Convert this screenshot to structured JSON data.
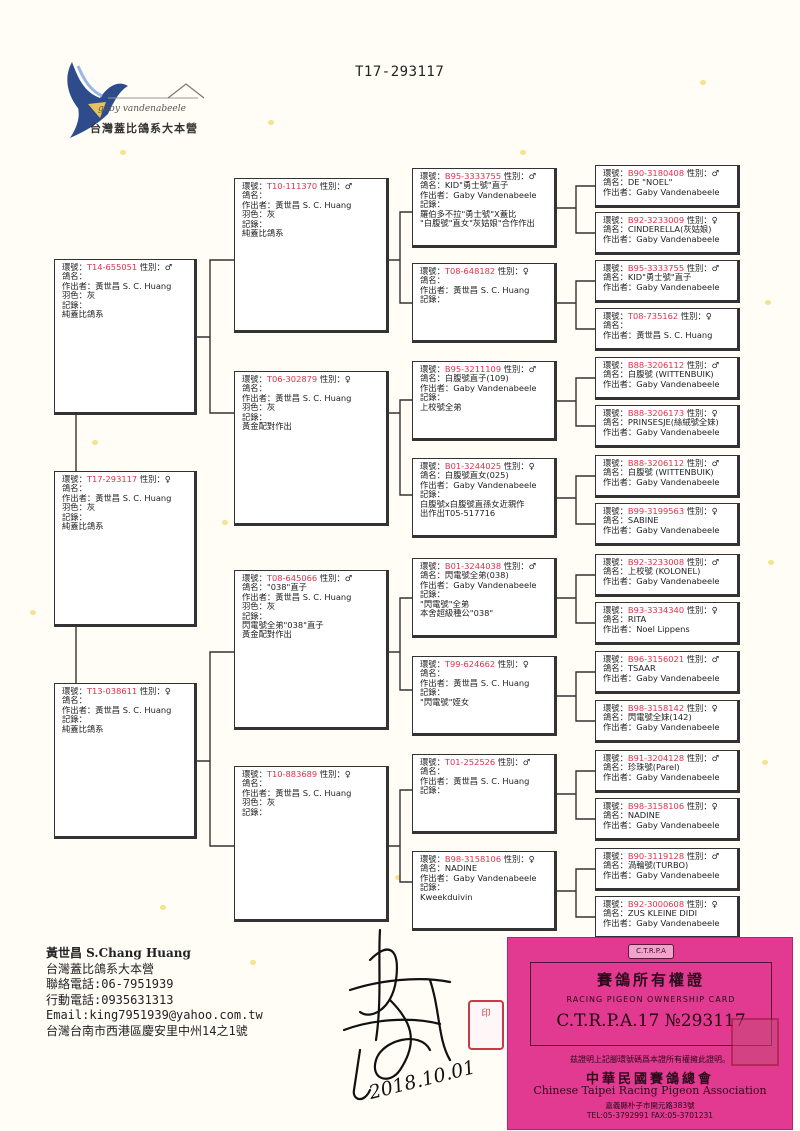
{
  "logo": {
    "script": "gaby vandenabeele",
    "name": "台灣蓋比鴿系大本營"
  },
  "doc_id": "T17-293117",
  "pedigree": {
    "subject": {
      "ring": "T17-293117",
      "sex": "♀",
      "name": "",
      "breeder": "黃世昌 S. C. Huang",
      "color": "灰",
      "remarks": "",
      "extra": [
        "純蓋比鴿系"
      ]
    },
    "sire": {
      "ring": "T14-655051",
      "sex": "♂",
      "name": "",
      "breeder": "黃世昌 S. C. Huang",
      "color": "灰",
      "remarks": "",
      "extra": [
        "純蓋比鴿系"
      ]
    },
    "dam": {
      "ring": "T13-038611",
      "sex": "♀",
      "name": "",
      "breeder": "黃世昌 S. C. Huang",
      "remarks": "",
      "extra": [
        "純蓋比鴿系"
      ]
    },
    "ss": {
      "ring": "T10-111370",
      "sex": "♂",
      "name": "",
      "breeder": "黃世昌 S. C. Huang",
      "color": "灰",
      "remarks": "",
      "extra": [
        "純蓋比鴿系"
      ]
    },
    "sd": {
      "ring": "T06-302879",
      "sex": "♀",
      "name": "",
      "breeder": "黃世昌 S. C. Huang",
      "color": "灰",
      "remarks": "",
      "extra": [
        "黃金配對作出"
      ]
    },
    "ds": {
      "ring": "T08-645066",
      "sex": "♂",
      "name": "\"038\"直子",
      "breeder": "黃世昌 S. C. Huang",
      "color": "灰",
      "remarks": "",
      "extra": [
        "閃電號全弟\"038\"直子",
        "黃金配對作出"
      ]
    },
    "dd": {
      "ring": "T10-883689",
      "sex": "♀",
      "name": "",
      "breeder": "黃世昌 S. C. Huang",
      "color": "灰",
      "remarks": ""
    },
    "g": [
      {
        "ring": "B95-3333755",
        "sex": "♂",
        "name": "KID\"勇士號\"直子",
        "breeder": "Gaby Vandenabeele",
        "remarks": "",
        "extra": [
          "羅伯多不拉\"勇士號\"X蓋比",
          "\"白腹號\"直女\"灰姑娘\"合作作出"
        ]
      },
      {
        "ring": "T08-648182",
        "sex": "♀",
        "name": "",
        "breeder": "黃世昌 S. C. Huang",
        "remarks": ""
      },
      {
        "ring": "B95-3211109",
        "sex": "♂",
        "name": "白腹號直子(109)",
        "breeder": "Gaby Vandenabeele",
        "remarks": "",
        "extra": [
          "上校號全弟"
        ]
      },
      {
        "ring": "B01-3244025",
        "sex": "♀",
        "name": "白腹號直女(025)",
        "breeder": "Gaby Vandenabeele",
        "remarks": "",
        "extra": [
          "白腹號x白腹號直孫女近親作",
          "出作出T05-517716"
        ]
      },
      {
        "ring": "B01-3244038",
        "sex": "♂",
        "name": "閃電號全弟(038)",
        "breeder": "Gaby Vandenabeele",
        "remarks": "",
        "extra": [
          "\"閃電號\"全弟",
          "本舍超級種公\"038\""
        ]
      },
      {
        "ring": "T99-624662",
        "sex": "♀",
        "name": "",
        "breeder": "黃世昌 S. C. Huang",
        "remarks": "",
        "extra": [
          "\"閃電號\"姪女"
        ]
      },
      {
        "ring": "T01-252526",
        "sex": "♂",
        "name": "",
        "breeder": "黃世昌 S. C. Huang",
        "remarks": ""
      },
      {
        "ring": "B98-3158106",
        "sex": "♀",
        "name": "NADINE",
        "breeder": "Gaby Vandenabeele",
        "remarks": "",
        "extra": [
          "Kweekduivin"
        ]
      }
    ],
    "gg": [
      {
        "ring": "B90-3180408",
        "sex": "♂",
        "name": "DE \"NOEL\"",
        "breeder": "Gaby Vandenabeele"
      },
      {
        "ring": "B92-3233009",
        "sex": "♀",
        "name": "CINDERELLA(灰姑娘)",
        "breeder": "Gaby Vandenabeele"
      },
      {
        "ring": "B95-3333755",
        "sex": "♂",
        "name": "KID\"勇士號\"直子",
        "breeder": "Gaby Vandenabeele"
      },
      {
        "ring": "T08-735162",
        "sex": "♀",
        "name": "",
        "breeder": "黃世昌 S. C. Huang"
      },
      {
        "ring": "B88-3206112",
        "sex": "♂",
        "name": "白腹號 (WITTENBUIK)",
        "breeder": "Gaby Vandenabeele"
      },
      {
        "ring": "B88-3206173",
        "sex": "♀",
        "name": "PRINSESJE(絲絨號全妹)",
        "breeder": "Gaby Vandenabeele"
      },
      {
        "ring": "B88-3206112",
        "sex": "♂",
        "name": "白腹號 (WITTENBUIK)",
        "breeder": "Gaby Vandenabeele"
      },
      {
        "ring": "B99-3199563",
        "sex": "♀",
        "name": "SABINE",
        "breeder": "Gaby Vandenabeele"
      },
      {
        "ring": "B92-3233008",
        "sex": "♂",
        "name": "上校號 (KOLONEL)",
        "breeder": "Gaby Vandenabeele"
      },
      {
        "ring": "B93-3334340",
        "sex": "♀",
        "name": "RITA",
        "breeder": "Noel Lippens"
      },
      {
        "ring": "B96-3156021",
        "sex": "♂",
        "name": "TSAAR",
        "breeder": "Gaby Vandenabeele"
      },
      {
        "ring": "B98-3158142",
        "sex": "♀",
        "name": "閃電號全妹(142)",
        "breeder": "Gaby Vandenabeele"
      },
      {
        "ring": "B91-3204128",
        "sex": "♂",
        "name": "珍珠號(Parel)",
        "breeder": "Gaby Vandenabeele"
      },
      {
        "ring": "B98-3158106",
        "sex": "♀",
        "name": "NADINE",
        "breeder": "Gaby Vandenabeele"
      },
      {
        "ring": "B90-3119128",
        "sex": "♂",
        "name": "渦輪號(TURBO)",
        "breeder": "Gaby Vandenabeele"
      },
      {
        "ring": "B92-3000608",
        "sex": "♀",
        "name": "ZUS KLEINE DIDI",
        "breeder": "Gaby Vandenabeele"
      }
    ],
    "labels": {
      "ring": "環號：",
      "sex": "性別：",
      "name": "鴿名：",
      "breeder": "作出者：",
      "color": "羽色：",
      "remarks": "記錄："
    }
  },
  "contact": {
    "name": "黃世昌 S.Chang Huang",
    "org": "台灣蓋比鴿系大本營",
    "phone": "聯絡電話:06-7951939",
    "mobile": "行動電話:0935631313",
    "email": "Email:king7951939@yahoo.com.tw",
    "address": "台灣台南市西港區慶安里中州14之1號"
  },
  "ownership_card": {
    "emblem": "C.T.R.P.A",
    "title": "賽鴿所有權證",
    "subtitle": "RACING PIGEON OWNERSHIP CARD",
    "number_prefix": "C.T.R.P.A.17",
    "number": "№293117",
    "certify": "茲證明上記腳環號碼爲本證所有權擁此證明。",
    "org_cn": "中華民國賽鴿總會",
    "org_en": "Chinese Taipei Racing Pigeon Association",
    "address": "嘉義縣朴子市開元路383號",
    "tel_fax": "TEL:05-3792991   FAX:05-3701231"
  },
  "signature_date": "2018.10.01",
  "colors": {
    "ring": "#e0304a",
    "card": "#e23a90"
  }
}
